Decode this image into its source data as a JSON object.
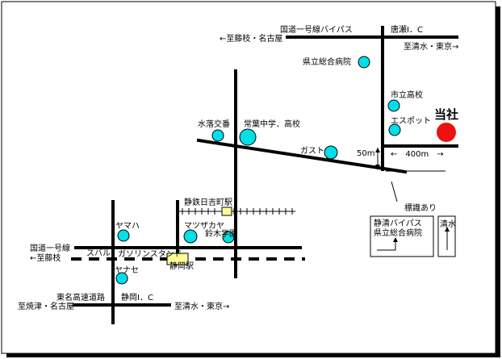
{
  "map": {
    "company": {
      "label": "当社",
      "color": "#ee1111"
    },
    "landmark_color": "#00e0e8",
    "labels": {
      "route1_bypass": "国道一号線バイパス",
      "karase_ic": "唐瀬I．C",
      "to_fujieda_nagoya": "←至藤枝・名古屋",
      "to_shimizu_tokyo_top": "至清水・東京→",
      "prefectural_hospital": "県立総合病院",
      "city_high_school": "市立高校",
      "espot": "エスポット",
      "mizuochi_intersection": "水落交番",
      "shogyo_high_school": "常葉中学．高校",
      "gusto": "ガスト",
      "dist_50m": "50m",
      "dist_400m": "←　400m　→",
      "sign_present": "標識あり",
      "sign_bypass": "静清バイパス",
      "sign_hospital": "県立総合病院",
      "sign_shimizu": "清水",
      "hiyoshicho_station": "静鉄日吉町駅",
      "yamaha": "ヤマハ",
      "matsuzakaya": "マツザカヤ",
      "suzuki_school": "鈴木学園",
      "route1": "国道一号線",
      "to_fujieda_short": "←至藤枝",
      "subaru": "スバル",
      "gas_station": "ガソリンスタンド",
      "shizuoka_station": "静岡駅",
      "yanase": "ヤナセ",
      "tomei_expressway": "東名高速道路",
      "shizuoka_ic": "静岡I．C",
      "to_yaizu_nagoya": "至焼津・名古屋",
      "to_shimizu_tokyo_bottom": "至清水・東京→"
    }
  }
}
